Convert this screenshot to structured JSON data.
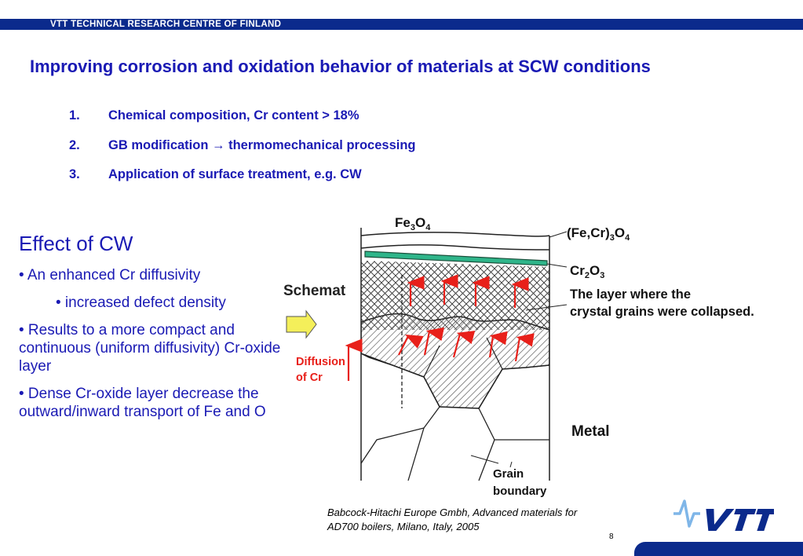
{
  "header": {
    "org": "VTT TECHNICAL RESEARCH CENTRE OF FINLAND"
  },
  "title": "Improving corrosion and oxidation behavior of materials at SCW conditions",
  "numbered_list": [
    {
      "num": "1.",
      "text": "Chemical composition, Cr content > 18%"
    },
    {
      "num": "2.",
      "text": "GB modification → thermomechanical processing"
    },
    {
      "num": "3.",
      "text": "Application of surface treatment, e.g. CW"
    }
  ],
  "left": {
    "heading": "Effect of CW",
    "bullets": [
      "• An enhanced Cr diffusivity",
      "• increased defect density",
      "• Results  to a more compact and continuous (uniform diffusivity) Cr-oxide layer",
      "• Dense Cr-oxide layer decrease the outward/inward transport  of Fe and O"
    ]
  },
  "diagram": {
    "schematic_label": "Schemat",
    "fe3o4": {
      "main": "Fe",
      "sub1": "3",
      "mid": "O",
      "sub2": "4"
    },
    "fecr": {
      "main": "(Fe,Cr)",
      "sub1": "3",
      "mid": "O",
      "sub2": "4"
    },
    "cr2o3": {
      "main": "Cr",
      "sub1": "2",
      "mid": "O",
      "sub2": "3"
    },
    "layer_line1": "The layer where the",
    "layer_line2": "crystal grains were collapsed.",
    "metal": "Metal",
    "grain_line1": "Grain",
    "grain_line2": "boundary",
    "diffusion_line1": "Diffusion",
    "diffusion_line2": "of Cr",
    "colors": {
      "oxide_band": "#2fb58a",
      "arrows": "#e8201a",
      "diffusion_text": "#e8201a",
      "input_arrow": "#f4ef5a"
    }
  },
  "citation": "Babcock-Hitachi Europe Gmbh, Advanced materials for AD700 boilers, Milano, Italy, 2005",
  "page_number": "8",
  "logo": {
    "text": "VTT"
  }
}
